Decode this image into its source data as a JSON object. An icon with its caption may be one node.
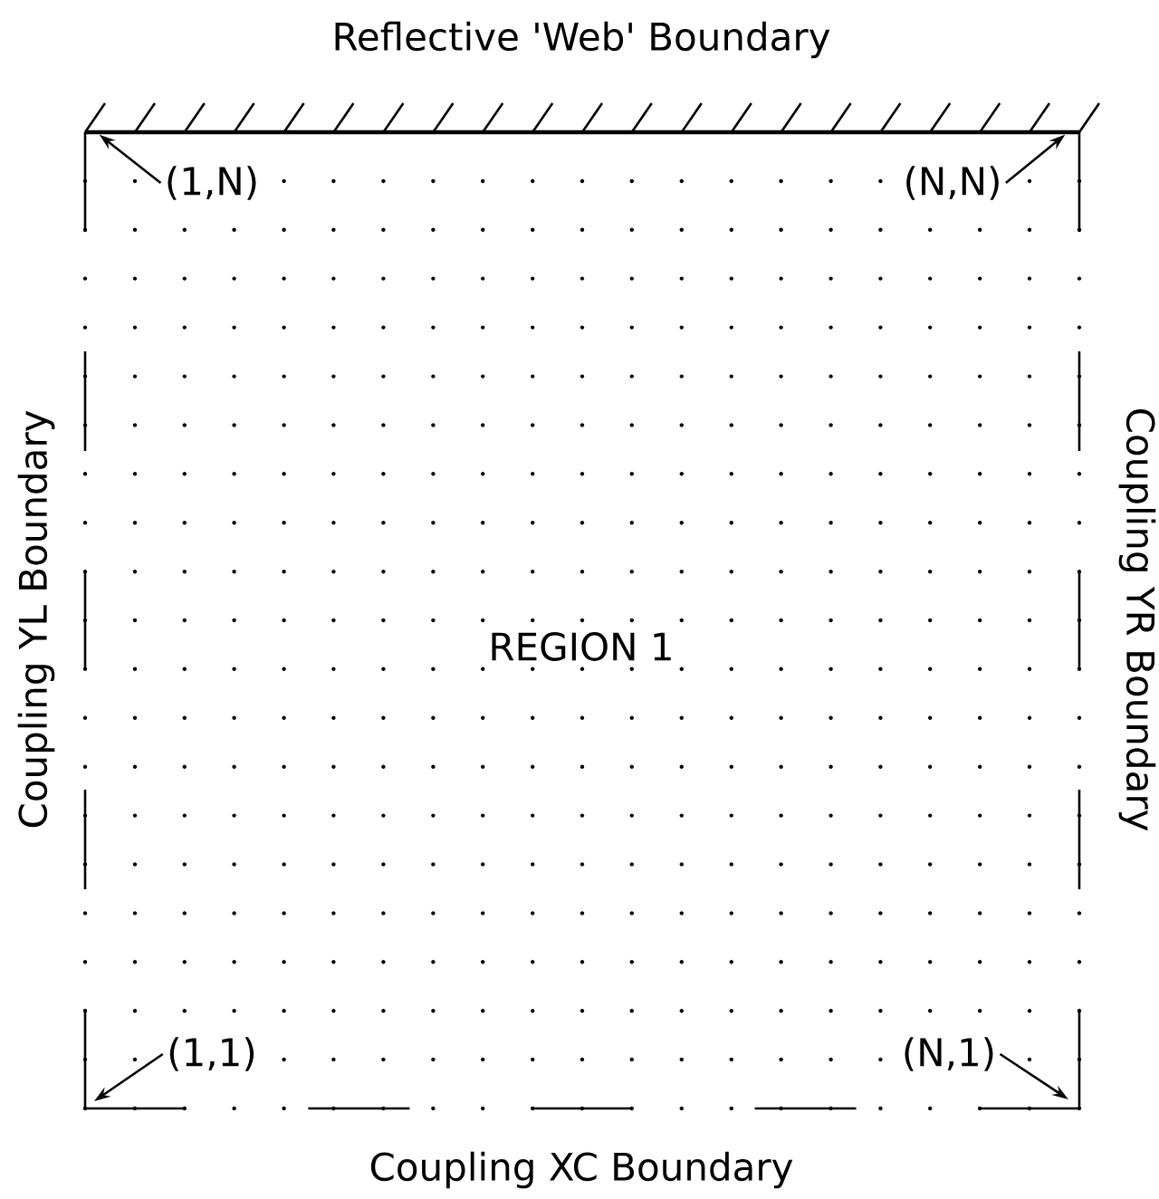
{
  "diagram": {
    "nodes": [
      {
        "text": [],
        "shape": "bar"
      },
      {
        "text": [
          "(1,N)"
        ]
      },
      {
        "text": [
          "(N,N)"
        ]
      },
      {
        "text": [
          "(1,1)"
        ]
      },
      {
        "text": [
          "(N,1)"
        ]
      }
    ],
    "edges": [
      {
        "from": 1,
        "to": 0,
        "arrow": "to"
      },
      {
        "from": 2,
        "to": 0,
        "arrow": "to"
      },
      {
        "from": 3,
        "to": null,
        "arrow": "to"
      },
      {
        "from": 4,
        "to": null,
        "arrow": "to"
      }
    ],
    "labels": [
      "Reflective 'Web' Boundary",
      "Coupling YL Boundary",
      "Coupling YR Boundary",
      "REGION 1",
      "Coupling XC Boundary"
    ]
  }
}
